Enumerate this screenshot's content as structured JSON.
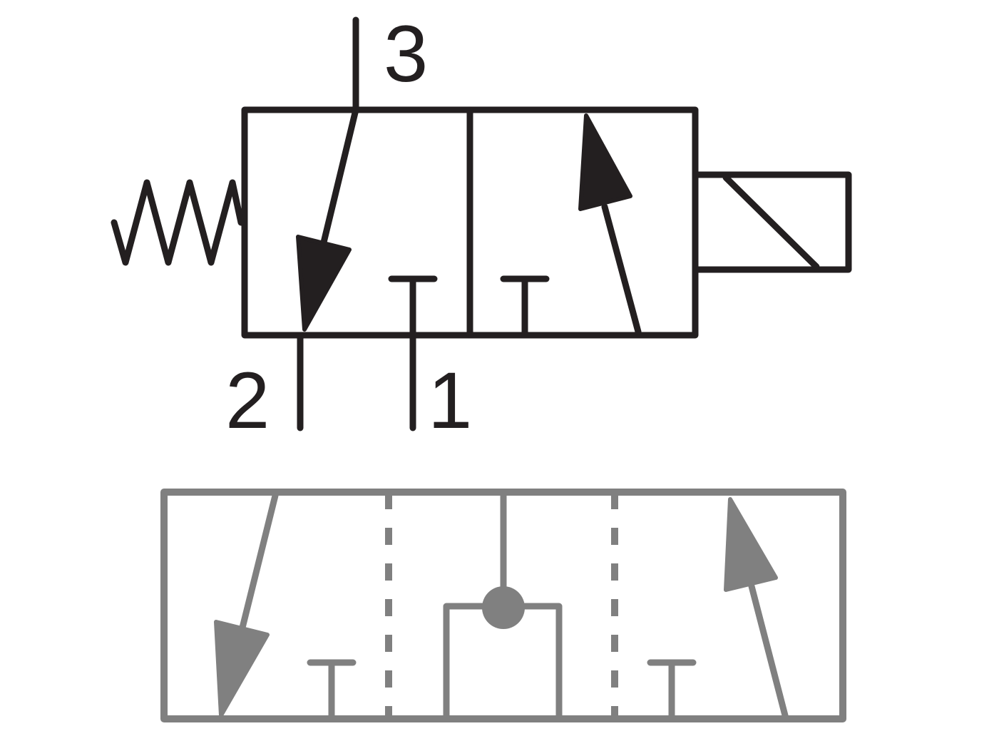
{
  "ports": {
    "exhaust": "3",
    "outlet": "2",
    "inlet": "1"
  },
  "colors": {
    "symbol": "#231f20",
    "secondary": "#808080",
    "background": "#ffffff"
  }
}
